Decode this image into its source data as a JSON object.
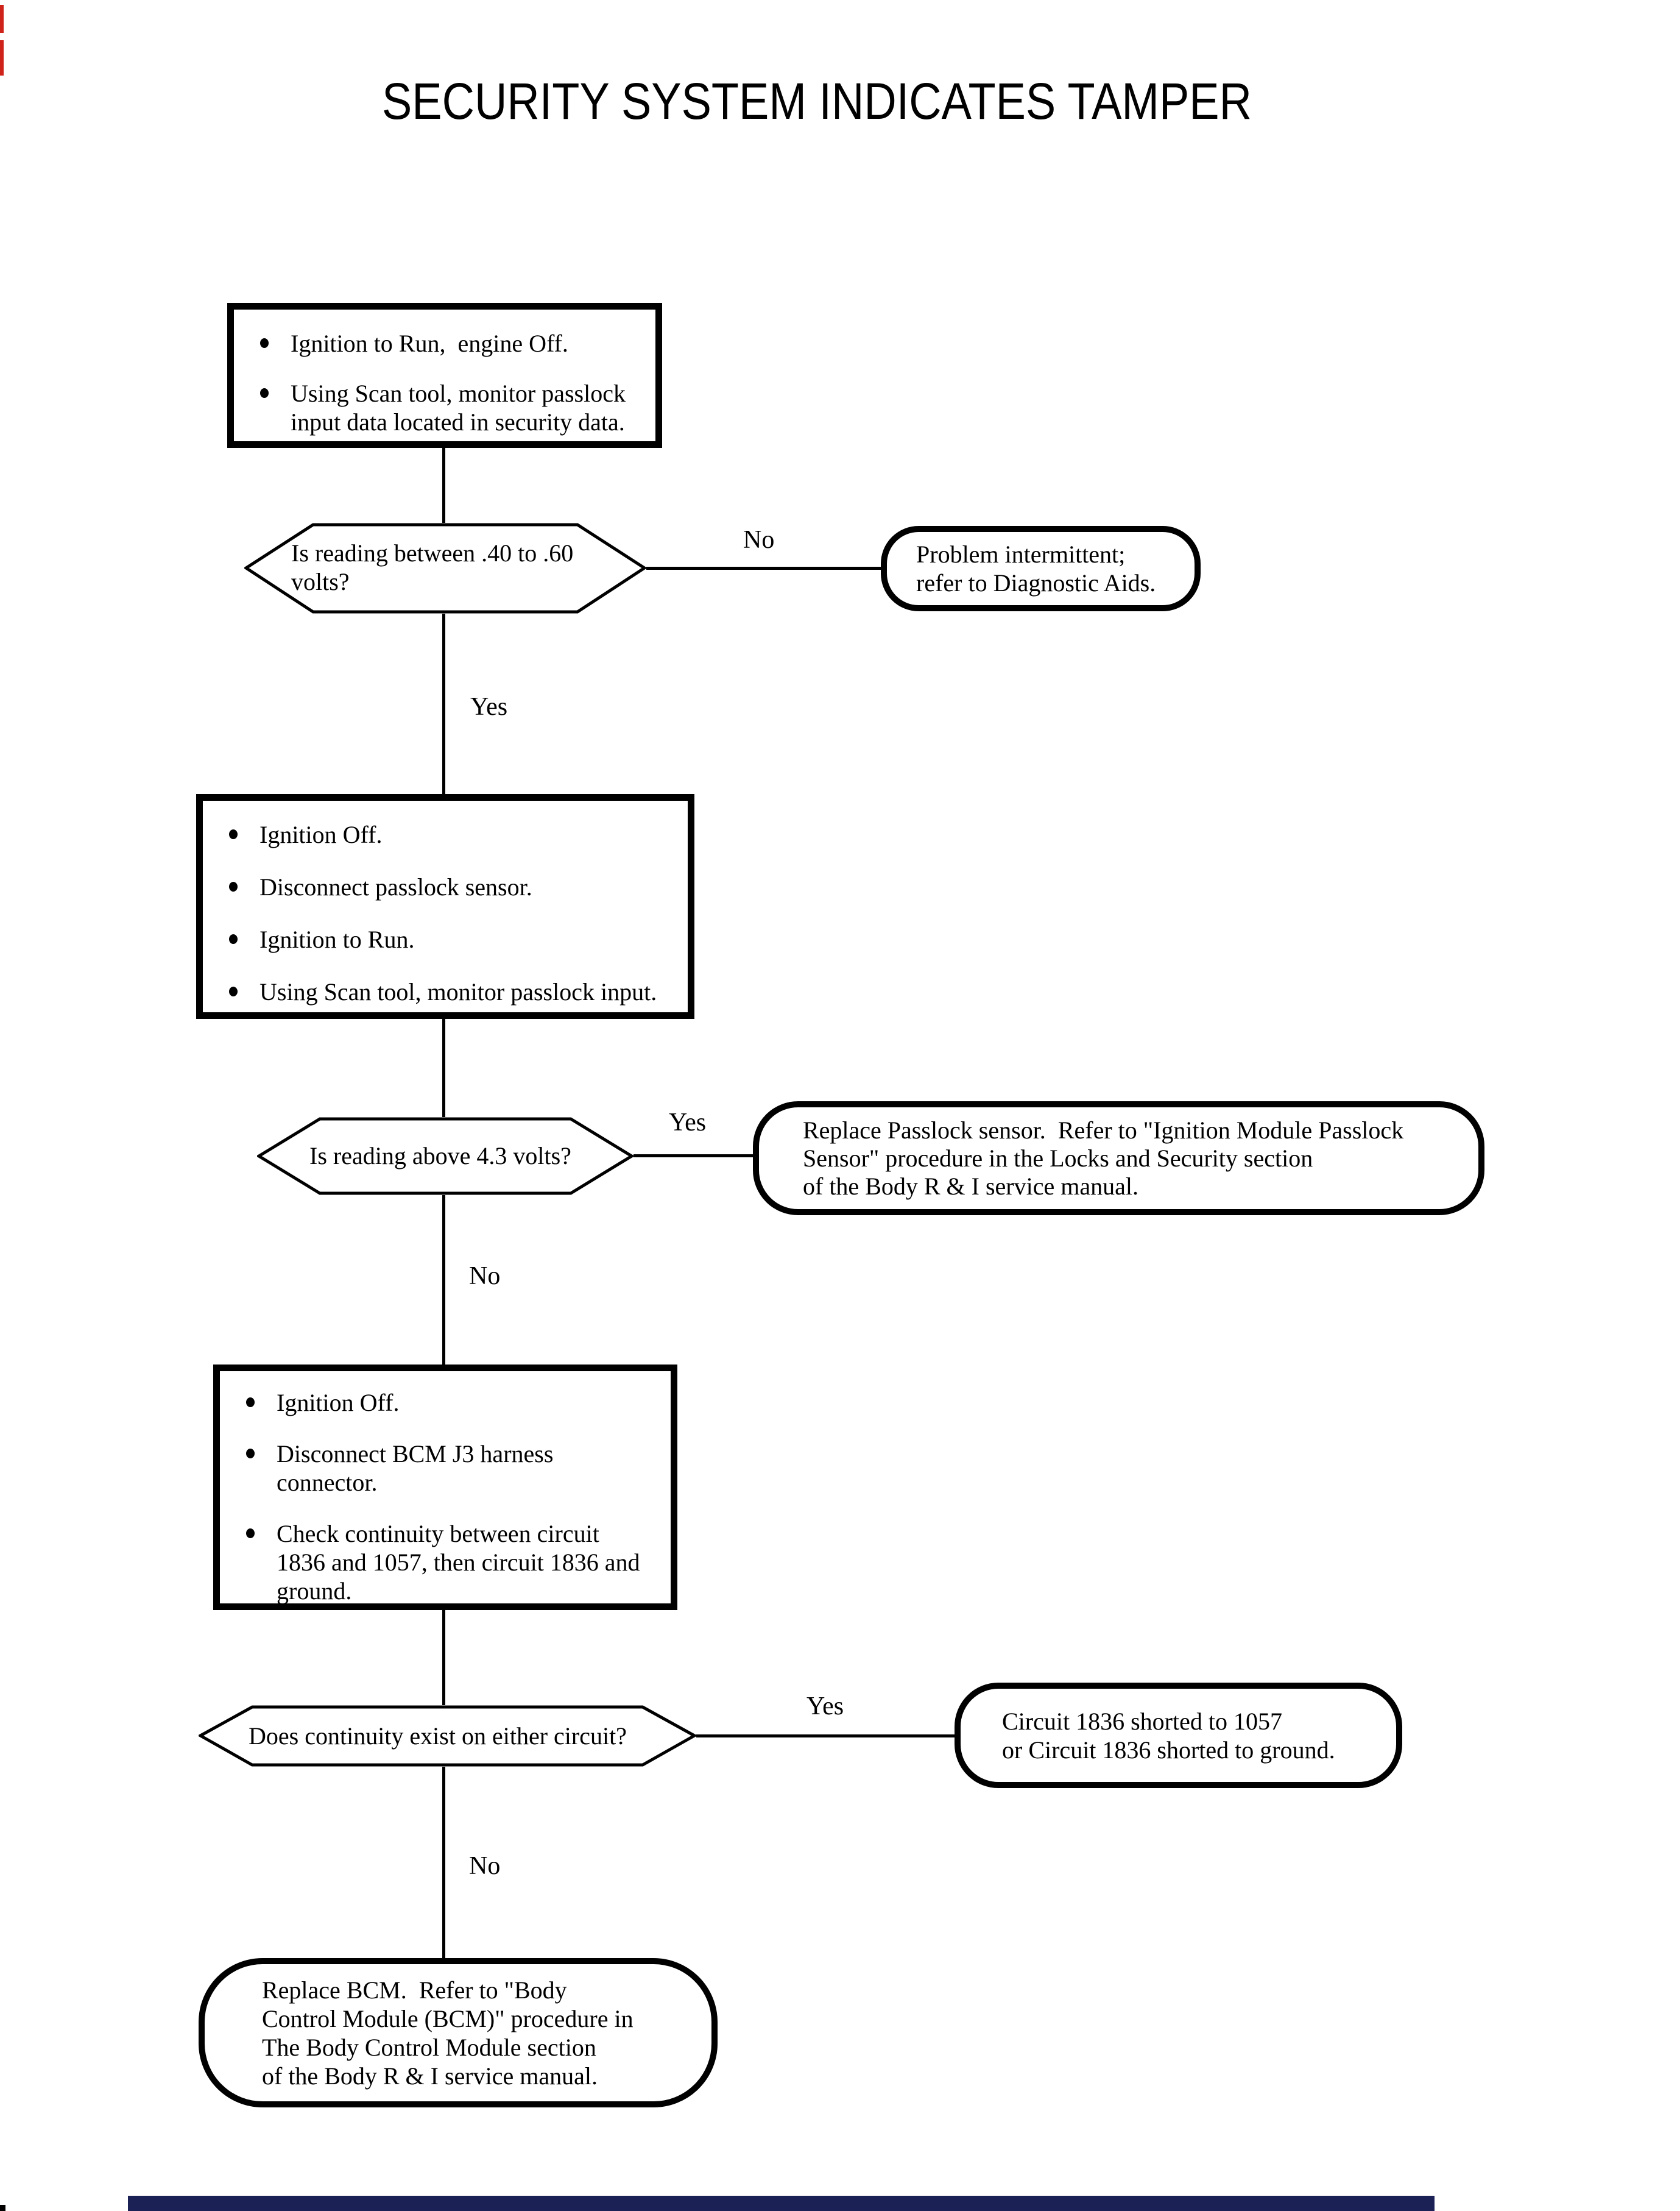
{
  "title": "SECURITY SYSTEM INDICATES TAMPER",
  "nodes": {
    "step1": {
      "items": [
        "Ignition to Run,  engine Off.",
        "Using Scan tool, monitor passlock\ninput data located in security data."
      ]
    },
    "decision1": {
      "question": "Is reading between .40 to .60\nvolts?",
      "no_label": "No",
      "yes_label": "Yes"
    },
    "result1": {
      "text": "Problem intermittent;\nrefer to Diagnostic Aids."
    },
    "step2": {
      "items": [
        "Ignition Off.",
        "Disconnect passlock sensor.",
        "Ignition to Run.",
        "Using Scan tool, monitor passlock input."
      ]
    },
    "decision2": {
      "question": "Is reading above 4.3 volts?",
      "yes_label": "Yes",
      "no_label": "No"
    },
    "result2": {
      "text": "Replace Passlock sensor.  Refer to \"Ignition Module Passlock\nSensor\" procedure in the Locks and Security section\nof the Body R & I service manual."
    },
    "step3": {
      "items": [
        "Ignition Off.",
        "Disconnect BCM J3 harness\nconnector.",
        "Check continuity between circuit\n1836 and 1057, then circuit 1836 and\nground."
      ]
    },
    "decision3": {
      "question": "Does continuity exist on either circuit?",
      "yes_label": "Yes",
      "no_label": "No"
    },
    "result3": {
      "text": "Circuit 1836 shorted to 1057\nor Circuit 1836 shorted to ground."
    },
    "result4": {
      "text": "Replace BCM.  Refer to \"Body\nControl Module (BCM)\" procedure in\nThe Body Control Module section\nof the Body R & I service manual."
    }
  },
  "colors": {
    "line": "#000000",
    "background": "#ffffff",
    "bottom_bar": "#1b2055",
    "edge_mark": "#cf2219"
  }
}
